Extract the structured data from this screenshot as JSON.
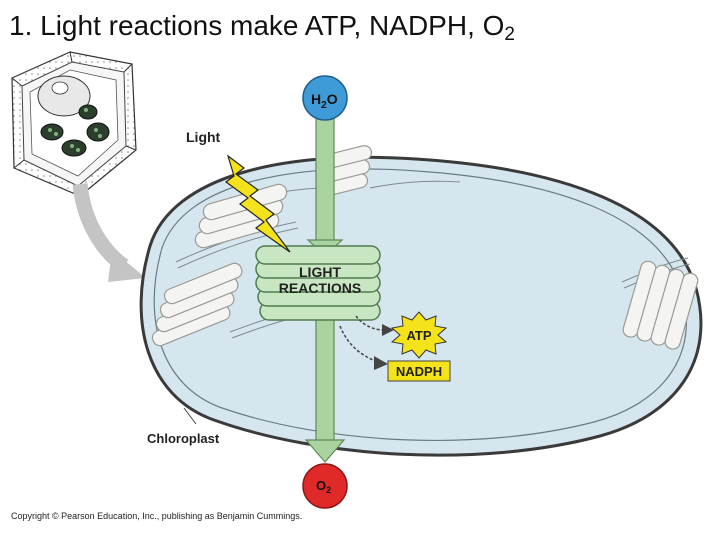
{
  "title": {
    "text": "1. Light reactions make ATP, NADPH, O",
    "subscript": "2"
  },
  "labels": {
    "light": "Light",
    "light_reactions_line1": "LIGHT",
    "light_reactions_line2": "REACTIONS",
    "chloroplast": "Chloroplast",
    "atp": "ATP",
    "nadph": "NADPH",
    "water": "H",
    "water_sub": "2",
    "water_end": "O",
    "oxygen": "O",
    "oxygen_sub": "2"
  },
  "copyright": "Copyright © Pearson Education, Inc., publishing as Benjamin Cummings.",
  "colors": {
    "stroma": "#d6e6ef",
    "membrane": "#3a3a3a",
    "thylakoid_green": "#c9e6c3",
    "thylakoid_stroke": "#4f7c4f",
    "flow_arrow": "#a9d4a0",
    "water_circle": "#3f9bd8",
    "oxygen_circle": "#e02a2a",
    "light_bolt": "#f4e21a",
    "atp_star": "#f4e21a",
    "nadph_box": "#f4e21a",
    "grey_arrow": "#c4c4c4"
  },
  "icons": [
    "plant-cell-icon",
    "lightning-bolt-icon",
    "starburst-icon"
  ]
}
